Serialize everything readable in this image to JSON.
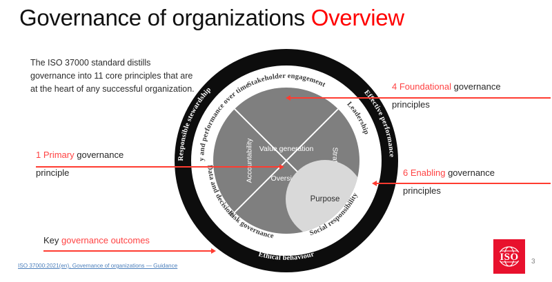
{
  "slide": {
    "title_main": "Governance of organizations ",
    "title_highlight": "Overview",
    "intro": "The ISO 37000 standard distills governance into 11 core principles that are at the heart of any successful organization.",
    "page_number": "3",
    "footer_link": "ISO 37000:2021(en), Governance of organizations — Guidance",
    "logo_text": "ISO"
  },
  "callouts": [
    {
      "id": "foundational",
      "count_label": "4 Foundational",
      "rest_label": " governance",
      "second_line": "principles",
      "accent": "#ff4242"
    },
    {
      "id": "enabling",
      "count_label": "6 Enabling",
      "rest_label": " governance",
      "second_line": "principles",
      "accent": "#ff4242"
    },
    {
      "id": "primary",
      "count_label": "1 Primary",
      "rest_label": " governance",
      "second_line": "principle",
      "accent": "#ff4242"
    },
    {
      "id": "outcomes",
      "count_label": "Key",
      "rest_label": " governance outcomes",
      "second_line": "",
      "accent": "#ff4242"
    }
  ],
  "wheel": {
    "core": "Purpose",
    "middle_ring": {
      "top": "Value generation",
      "right": "Strategy",
      "bottom": "Oversight",
      "left": "Accountability"
    },
    "white_ring": [
      "Stakeholder engagement",
      "Leadership",
      "Data and decisions",
      "Risk governance",
      "Social responsibility",
      "Viability and performance over time"
    ],
    "black_ring": [
      "Stakeholder engagement",
      "Effective performance",
      "Ethical behaviour",
      "Responsible stewardship"
    ],
    "colors": {
      "outer_ring": "#0d0d0d",
      "white_ring": "#ffffff",
      "middle_ring": "#7f7f7f",
      "core": "#d9d9d9"
    }
  }
}
